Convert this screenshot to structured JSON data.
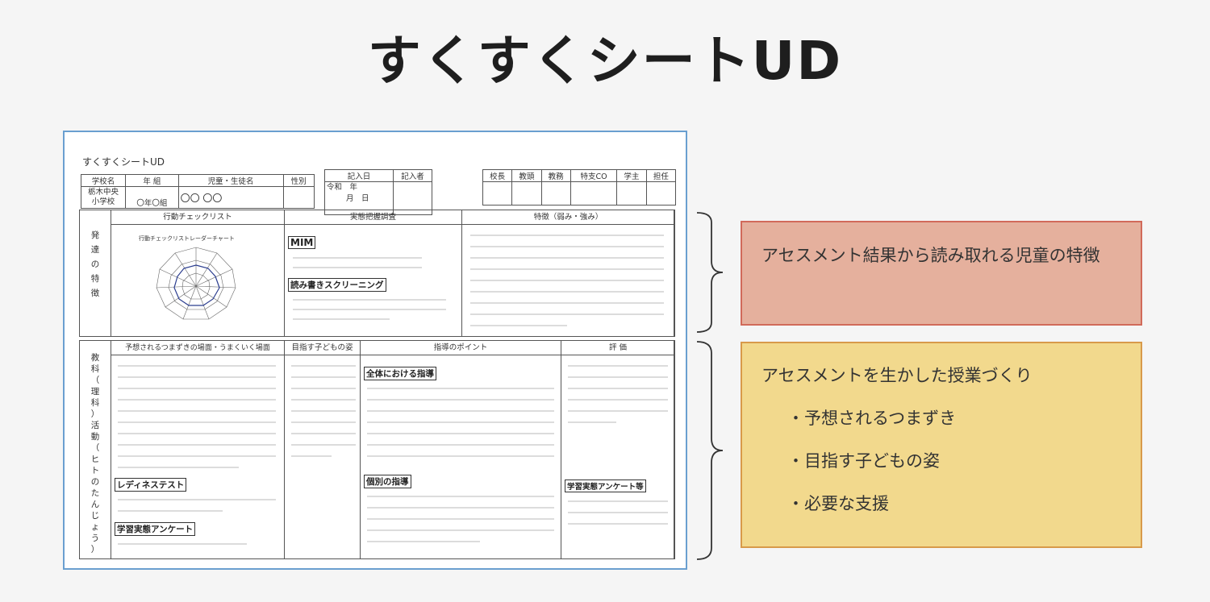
{
  "page": {
    "title": "すくすくシートUD"
  },
  "sheet": {
    "title": "すくすくシートUD",
    "info_table": {
      "headers": [
        "学校名",
        "年 組",
        "児童・生徒名",
        "性別"
      ],
      "school_line1": "栃木中央",
      "school_line2": "小学校",
      "grade": "〇年〇組",
      "student": "〇〇 〇〇"
    },
    "date_table": {
      "headers": [
        "記入日",
        "記入者"
      ],
      "era": "令和　年",
      "month_day": "月　日"
    },
    "stamp_table": {
      "headers": [
        "校長",
        "教頭",
        "教務",
        "特支CO",
        "学主",
        "担任"
      ]
    },
    "dev_section": {
      "side_label": [
        "発",
        "達",
        "の",
        "特",
        "徴"
      ],
      "col1_header": "行動チェックリスト",
      "radar_title": "行動チェックリストレーダーチャート",
      "col2_header": "実態把握調査",
      "mim_label": "MIM",
      "reading_label": "読み書きスクリーニング",
      "col3_header": "特徴（弱み・強み）"
    },
    "class_section": {
      "side_label": [
        "教",
        "科",
        "（",
        "理",
        "科",
        "）",
        "活",
        "動",
        "（",
        "ヒ",
        "ト",
        "の",
        "た",
        "ん",
        "じ",
        "ょ",
        "う",
        "）"
      ],
      "col1_header": "予想されるつまずきの場面・うまくいく場面",
      "col2_header": "目指す子どもの姿",
      "col3_header": "指導のポイント",
      "col4_header": "評 価",
      "whole_label": "全体における指導",
      "individual_label": "個別の指導",
      "readiness_label": "レディネステスト",
      "survey_label": "学習実態アンケート",
      "survey_label2": "学習実態アンケート等"
    }
  },
  "callouts": {
    "c1": "アセスメント結果から読み取れる児童の特徴",
    "c2": {
      "title": "アセスメントを生かした授業づくり",
      "items": [
        "・予想されるつまずき",
        "・目指す子どもの姿",
        "・必要な支援"
      ]
    }
  },
  "colors": {
    "sheet_border": "#6a9fd0",
    "callout1_bg": "#e5b09d",
    "callout1_border": "#d16a5a",
    "callout2_bg": "#f2d98d",
    "callout2_border": "#d89a4a"
  }
}
